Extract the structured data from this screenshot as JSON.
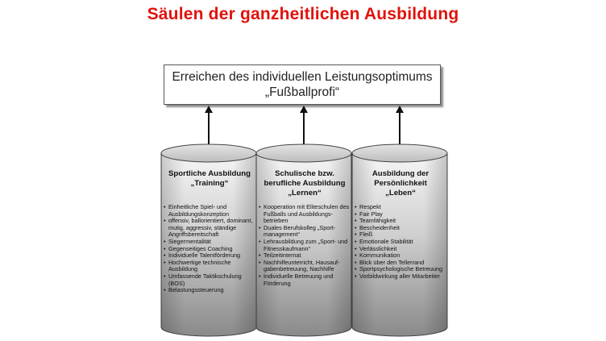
{
  "title": "Säulen der ganzheitlichen Ausbildung",
  "goal": {
    "line1": "Erreichen des individuellen Leistungsoptimums",
    "line2": "„Fußballprofi“"
  },
  "pillars": [
    {
      "heading": [
        "Sportliche Ausbildung",
        "„Training“"
      ],
      "items": [
        "Einheitliche Spiel- und Ausbildungskonzeption",
        "offensiv, ballorientiert, dominant, mutig, aggressiv, ständige Angriffsbereitschaft",
        "Siegermentalität",
        "Gegenseitiges Coaching",
        "Individuelle Talentförderung",
        "Hochwertige technische Ausbildung",
        "Umfassende Taktikschulung (BOS)",
        "Belastungssteuerung"
      ]
    },
    {
      "heading": [
        "Schulische bzw.",
        "berufliche Ausbildung",
        "„Lernen“"
      ],
      "items": [
        "Kooperation mit Eliteschulen des Fußballs und Ausbildungs-betrieben",
        "Duales Berufskolleg „Sport-management“",
        "Lehrausbildung zum „Sport- und Fitnesskaufmann“",
        "Teilzeitinternat",
        "Nachhilfeunterricht, Hausauf-gabenbetreuung, Nachhilfe",
        "Individuelle Betreuung und Förderung"
      ]
    },
    {
      "heading": [
        "Ausbildung der",
        "Persönlichkeit",
        "„Leben“"
      ],
      "items": [
        "Respekt",
        "Fair Play",
        "Teamfähigkeit",
        "Bescheidenheit",
        "Fleiß",
        "Emotionale Stabilität",
        "Verlässlichkeit",
        "Kommunikation",
        "Blick über den Tellerrand",
        "Sportpsychologische Betreuung",
        "Vorbildwirkung aller Mitarbeiter"
      ]
    }
  ]
}
